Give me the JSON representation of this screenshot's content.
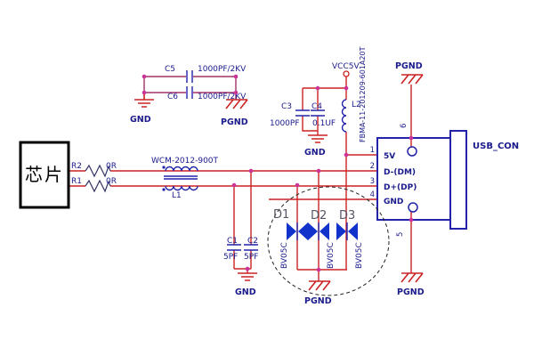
{
  "colors": {
    "wire_red": "#cc2222",
    "ground_loop_purple": "#a03366",
    "component_navy": "#2222aa",
    "diode_blue": "#1133cc",
    "connector_blue": "#2222aa",
    "junction_dot_pink": "#cc3399"
  },
  "chip": {
    "label": "芯片"
  },
  "r": {
    "r2": {
      "ref": "R2",
      "value": "0R"
    },
    "r1": {
      "ref": "R1",
      "value": "0R"
    }
  },
  "l1": {
    "part": "WCM-2012-900T",
    "ref": "L1"
  },
  "c56": {
    "c5_ref": "C5",
    "c5_val": "1000PF/2KV",
    "c6_ref": "C6",
    "c6_val": "1000PF/2KV",
    "gnd": "GND",
    "pgnd": "PGND"
  },
  "pwr": {
    "net": "VCC5V",
    "c3_ref": "C3",
    "c3_val": "1000PF",
    "c4_ref": "C4",
    "c4_val": "0.1UF",
    "l2_ref": "L2",
    "l2_part": "FBMA-11-201209-601A20T",
    "gnd": "GND",
    "pgnd_top": "PGND"
  },
  "usb": {
    "name": "USB_CON",
    "pins": [
      {
        "num": "1",
        "label": "5V"
      },
      {
        "num": "2",
        "label": "D-(DM)"
      },
      {
        "num": "3",
        "label": "D+(DP)"
      },
      {
        "num": "4",
        "label": "GND"
      }
    ],
    "shield_pin_top": "6",
    "shield_pin_bottom": "5",
    "pgnd_bottom": "PGND"
  },
  "esd": {
    "d": [
      {
        "ref": "D1",
        "part": "BV05C"
      },
      {
        "ref": "D2",
        "part": "BV05C"
      },
      {
        "ref": "D3",
        "part": "BV05C"
      }
    ],
    "pgnd": "PGND"
  },
  "c12": {
    "c1_ref": "C1",
    "c1_val": "5PF",
    "c2_ref": "C2",
    "c2_val": "5PF",
    "gnd": "GND"
  }
}
